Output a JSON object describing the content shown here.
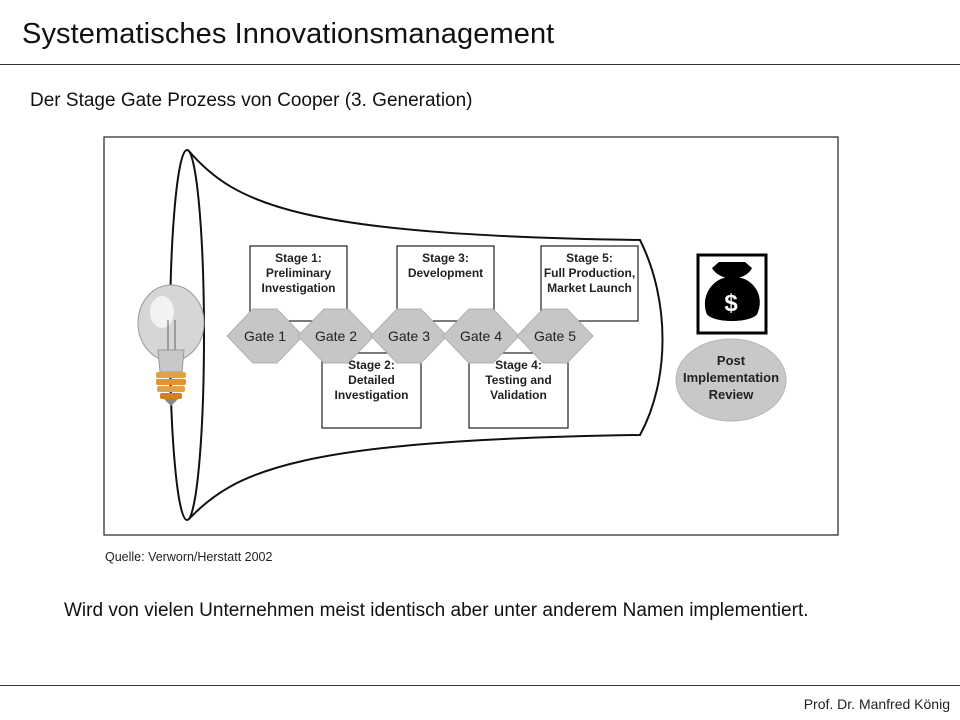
{
  "header": {
    "title": "Systematisches Innovationsmanagement"
  },
  "slide": {
    "subtitle": "Der Stage Gate Prozess von Cooper (3. Generation)",
    "source": "Quelle: Verworn/Herstatt 2002",
    "body": "Wird von vielen Unternehmen meist identisch aber unter anderem Namen implementiert."
  },
  "diagram": {
    "stages_top": [
      {
        "lines": [
          "Stage 1:",
          "Preliminary",
          "Investigation"
        ]
      },
      {
        "lines": [
          "Stage 3:",
          "Development"
        ]
      },
      {
        "lines": [
          "Stage 5:",
          "Full Production,",
          "Market Launch"
        ]
      }
    ],
    "stages_bottom": [
      {
        "lines": [
          "Stage 2:",
          "Detailed",
          "Investigation"
        ]
      },
      {
        "lines": [
          "Stage 4:",
          "Testing and",
          "Validation"
        ]
      }
    ],
    "gates": [
      "Gate 1",
      "Gate 2",
      "Gate 3",
      "Gate 4",
      "Gate 5"
    ],
    "review": [
      "Post",
      "Implementation",
      "Review"
    ],
    "money_symbol": "$",
    "icons": [
      "lightbulb-icon",
      "money-bag-icon"
    ]
  },
  "footer": {
    "author": "Prof. Dr. Manfred König"
  }
}
